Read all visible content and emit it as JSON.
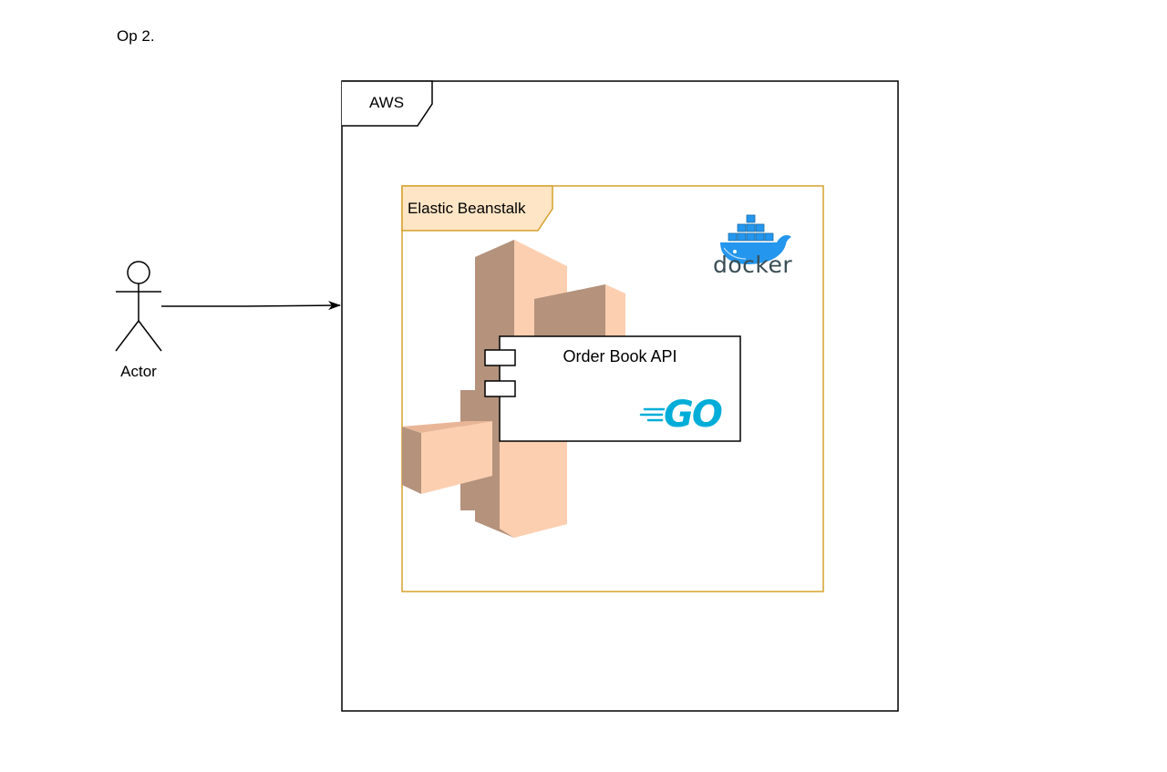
{
  "diagram": {
    "caption": "Op 2.",
    "actor": {
      "label": "Actor"
    },
    "aws_frame": {
      "label": "AWS"
    },
    "elastic_beanstalk": {
      "label": "Elastic Beanstalk",
      "border_color": "#d6a22c",
      "label_fill": "#fde5c6"
    },
    "component": {
      "label": "Order Book API"
    },
    "logos": {
      "docker": {
        "icon": "docker-whale-icon",
        "wordmark": "docker",
        "color": "#2496ed",
        "text_color": "#394d54"
      },
      "go": {
        "icon": "go-logo-icon",
        "wordmark": "GO",
        "color": "#00add8"
      }
    },
    "edges": [
      {
        "from": "Actor",
        "to": "AWS"
      }
    ],
    "colors": {
      "beanstalk_light": "#fccfb1",
      "beanstalk_dark": "#b4927c",
      "stroke": "#000000"
    }
  }
}
